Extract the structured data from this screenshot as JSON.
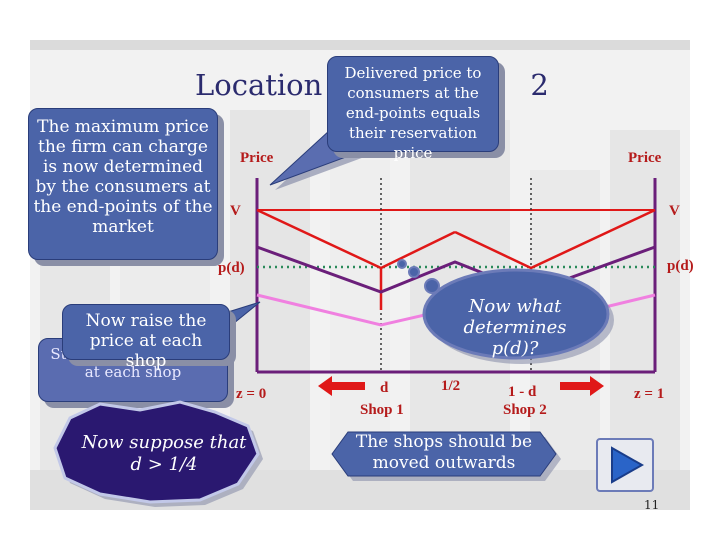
{
  "slide": {
    "title_left": "Location w",
    "title_right": "2",
    "page_number": "11"
  },
  "callouts": {
    "delivered_price": "Delivered price to consumers at the end-points equals their reservation price",
    "max_price": "The maximum price the firm can charge is now determined by the consumers at the end-points of the market",
    "raise_price": "Now raise the price at each shop",
    "start_price_line1": "Start with a low price",
    "start_price_line2": "at each shop",
    "what_determines": "Now what determines p(d)?",
    "suppose": "Now suppose that d > 1/4",
    "shops_outwards": "The shops should be moved outwards"
  },
  "axis_labels": {
    "price_left": "Price",
    "price_right": "Price",
    "v_left": "V",
    "v_right": "V",
    "pd_left": "p(d)",
    "pd_right": "p(d)",
    "z0": "z = 0",
    "d": "d",
    "shop1": "Shop 1",
    "half": "1/2",
    "one_minus_d": "1 - d",
    "shop2": "Shop 2",
    "z1": "z = 1"
  },
  "icons": {
    "next": "play-icon"
  },
  "colors": {
    "red": "#e01818",
    "purple": "#6b1f7a",
    "pink": "#f080e0",
    "green_dotted": "#2a8a5a",
    "box_blue": "#4b64a8"
  }
}
